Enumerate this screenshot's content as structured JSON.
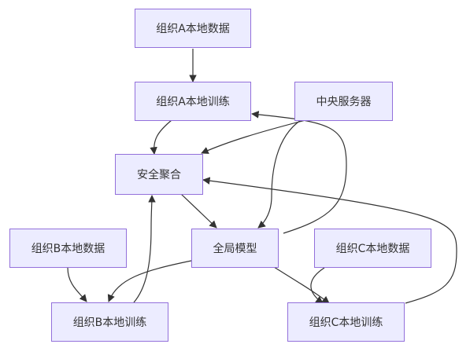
{
  "nodes": {
    "a_data": "组织A本地数据",
    "a_train": "组织A本地训练",
    "center": "中央服务器",
    "secure_agg": "安全聚合",
    "b_data": "组织B本地数据",
    "global": "全局模型",
    "c_data": "组织C本地数据",
    "b_train": "组织B本地训练",
    "c_train": "组织C本地训练"
  },
  "edges": [
    [
      "a_data",
      "a_train"
    ],
    [
      "a_train",
      "secure_agg"
    ],
    [
      "center",
      "secure_agg"
    ],
    [
      "center",
      "global"
    ],
    [
      "secure_agg",
      "global"
    ],
    [
      "global",
      "a_train"
    ],
    [
      "global",
      "b_train"
    ],
    [
      "global",
      "c_train"
    ],
    [
      "b_data",
      "b_train"
    ],
    [
      "c_data",
      "c_train"
    ],
    [
      "b_train",
      "secure_agg"
    ],
    [
      "c_train",
      "secure_agg"
    ]
  ],
  "colors": {
    "node_fill": "#ECECFF",
    "node_border": "#9370DB",
    "edge": "#333333",
    "text": "#333333"
  }
}
